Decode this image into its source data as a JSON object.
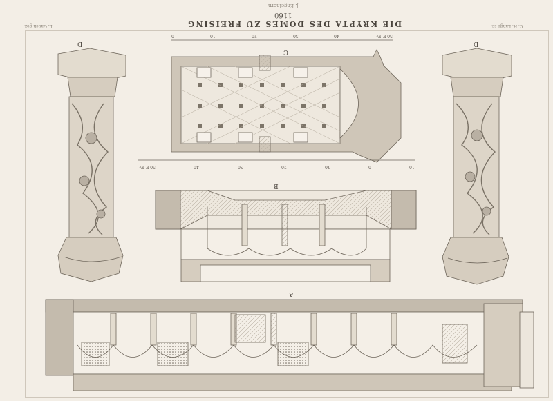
{
  "plate": {
    "title": "DIE KRYPTA DES DOMES ZU FREISING",
    "subtitle": "1160",
    "publisher": "J. Engelhorn",
    "credit_left": "L. Gauch gez.",
    "credit_right": "C. H. Lange sc."
  },
  "figures": {
    "crypt_section": "A",
    "cross_section": "B",
    "ground_plan": "C",
    "column_left": "D",
    "column_right": "D"
  },
  "scales": {
    "plan_scale_top": [
      "0",
      "10",
      "20",
      "30",
      "40",
      "50 F. Fr."
    ],
    "plan_scale_bottom": [
      "10",
      "0",
      "10",
      "20",
      "30",
      "40",
      "50 F. Fr."
    ]
  }
}
